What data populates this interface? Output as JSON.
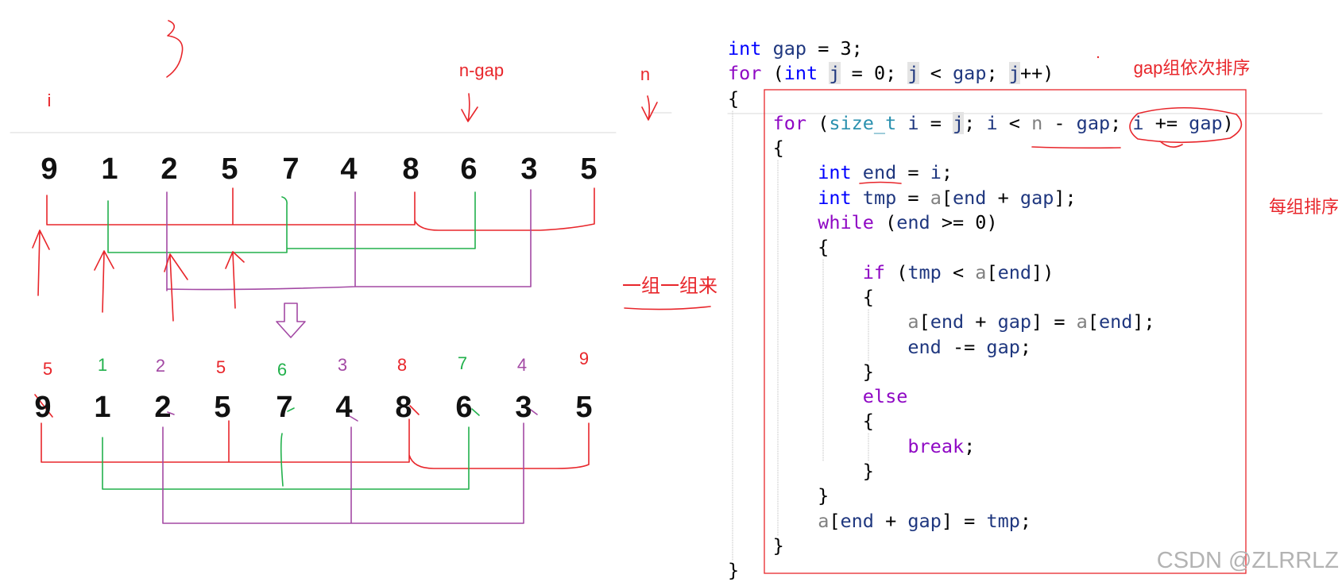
{
  "diagram": {
    "row1_digits": [
      "9",
      "1",
      "2",
      "5",
      "7",
      "4",
      "8",
      "6",
      "3",
      "5"
    ],
    "row2_digits": [
      "9",
      "1",
      "2",
      "5",
      "7",
      "4",
      "8",
      "6",
      "3",
      "5"
    ],
    "row2_labels": [
      {
        "text": "5",
        "color": "#e8262b"
      },
      {
        "text": "1",
        "color": "#22b14c"
      },
      {
        "text": "2",
        "color": "#a349a4"
      },
      {
        "text": "5",
        "color": "#e8262b"
      },
      {
        "text": "6",
        "color": "#22b14c"
      },
      {
        "text": "3",
        "color": "#a349a4"
      },
      {
        "text": "8",
        "color": "#e8262b"
      },
      {
        "text": "7",
        "color": "#22b14c"
      },
      {
        "text": "4",
        "color": "#a349a4"
      },
      {
        "text": "9",
        "color": "#e8262b"
      }
    ]
  },
  "annotations": {
    "i": "i",
    "n_gap": "n-gap",
    "n": "n",
    "group_by_group": "一组一组来",
    "gap_groups_in_order": "gap组依次排序",
    "sort_each_group": "每组排序"
  },
  "code": {
    "lines": [
      {
        "tokens": [
          [
            "int",
            "kw"
          ],
          [
            " ",
            "p"
          ],
          [
            "gap",
            "id"
          ],
          [
            " = ",
            "p"
          ],
          [
            "3",
            "num"
          ],
          [
            ";",
            "p"
          ]
        ]
      },
      {
        "tokens": [
          [
            "for",
            "ctl"
          ],
          [
            " (",
            "p"
          ],
          [
            "int",
            "kw"
          ],
          [
            " ",
            "p"
          ],
          [
            "j",
            "id hl"
          ],
          [
            " = ",
            "p"
          ],
          [
            "0",
            "num"
          ],
          [
            "; ",
            "p"
          ],
          [
            "j",
            "id hl"
          ],
          [
            " < ",
            "p"
          ],
          [
            "gap",
            "id"
          ],
          [
            "; ",
            "p"
          ],
          [
            "j",
            "id hl"
          ],
          [
            "++)",
            "p"
          ]
        ]
      },
      {
        "tokens": [
          [
            "{",
            "p"
          ]
        ]
      },
      {
        "tokens": [
          [
            "    ",
            "p"
          ],
          [
            "for",
            "ctl"
          ],
          [
            " (",
            "p"
          ],
          [
            "size_t",
            "type"
          ],
          [
            " ",
            "p"
          ],
          [
            "i",
            "id"
          ],
          [
            " = ",
            "p"
          ],
          [
            "j",
            "id hl"
          ],
          [
            "; ",
            "p"
          ],
          [
            "i",
            "id"
          ],
          [
            " < ",
            "p"
          ],
          [
            "n",
            "param"
          ],
          [
            " - ",
            "p"
          ],
          [
            "gap",
            "id"
          ],
          [
            "; ",
            "p"
          ],
          [
            "i",
            "id"
          ],
          [
            " += ",
            "p"
          ],
          [
            "gap",
            "id"
          ],
          [
            ")",
            "p"
          ]
        ]
      },
      {
        "tokens": [
          [
            "    {",
            "p"
          ]
        ]
      },
      {
        "tokens": [
          [
            "        ",
            "p"
          ],
          [
            "int",
            "kw"
          ],
          [
            " ",
            "p"
          ],
          [
            "end",
            "id"
          ],
          [
            " = ",
            "p"
          ],
          [
            "i",
            "id"
          ],
          [
            ";",
            "p"
          ]
        ]
      },
      {
        "tokens": [
          [
            "        ",
            "p"
          ],
          [
            "int",
            "kw"
          ],
          [
            " ",
            "p"
          ],
          [
            "tmp",
            "id"
          ],
          [
            " = ",
            "p"
          ],
          [
            "a",
            "param"
          ],
          [
            "[",
            "p"
          ],
          [
            "end",
            "id"
          ],
          [
            " + ",
            "p"
          ],
          [
            "gap",
            "id"
          ],
          [
            "];",
            "p"
          ]
        ]
      },
      {
        "tokens": [
          [
            "        ",
            "p"
          ],
          [
            "while",
            "ctl"
          ],
          [
            " (",
            "p"
          ],
          [
            "end",
            "id"
          ],
          [
            " >= ",
            "p"
          ],
          [
            "0",
            "num"
          ],
          [
            ")",
            "p"
          ]
        ]
      },
      {
        "tokens": [
          [
            "        {",
            "p"
          ]
        ]
      },
      {
        "tokens": [
          [
            "            ",
            "p"
          ],
          [
            "if",
            "ctl"
          ],
          [
            " (",
            "p"
          ],
          [
            "tmp",
            "id"
          ],
          [
            " < ",
            "p"
          ],
          [
            "a",
            "param"
          ],
          [
            "[",
            "p"
          ],
          [
            "end",
            "id"
          ],
          [
            "])",
            "p"
          ]
        ]
      },
      {
        "tokens": [
          [
            "            {",
            "p"
          ]
        ]
      },
      {
        "tokens": [
          [
            "                ",
            "p"
          ],
          [
            "a",
            "param"
          ],
          [
            "[",
            "p"
          ],
          [
            "end",
            "id"
          ],
          [
            " + ",
            "p"
          ],
          [
            "gap",
            "id"
          ],
          [
            "] = ",
            "p"
          ],
          [
            "a",
            "param"
          ],
          [
            "[",
            "p"
          ],
          [
            "end",
            "id"
          ],
          [
            "];",
            "p"
          ]
        ]
      },
      {
        "tokens": [
          [
            "                ",
            "p"
          ],
          [
            "end",
            "id"
          ],
          [
            " -= ",
            "p"
          ],
          [
            "gap",
            "id"
          ],
          [
            ";",
            "p"
          ]
        ]
      },
      {
        "tokens": [
          [
            "            }",
            "p"
          ]
        ]
      },
      {
        "tokens": [
          [
            "            ",
            "p"
          ],
          [
            "else",
            "ctl"
          ]
        ]
      },
      {
        "tokens": [
          [
            "            {",
            "p"
          ]
        ]
      },
      {
        "tokens": [
          [
            "                ",
            "p"
          ],
          [
            "break",
            "ctl"
          ],
          [
            ";",
            "p"
          ]
        ]
      },
      {
        "tokens": [
          [
            "            }",
            "p"
          ]
        ]
      },
      {
        "tokens": [
          [
            "        }",
            "p"
          ]
        ]
      },
      {
        "tokens": [
          [
            "        ",
            "p"
          ],
          [
            "a",
            "param"
          ],
          [
            "[",
            "p"
          ],
          [
            "end",
            "id"
          ],
          [
            " + ",
            "p"
          ],
          [
            "gap",
            "id"
          ],
          [
            "] = ",
            "p"
          ],
          [
            "tmp",
            "id"
          ],
          [
            ";",
            "p"
          ]
        ]
      },
      {
        "tokens": [
          [
            "    }",
            "p"
          ]
        ]
      },
      {
        "tokens": [
          [
            "}",
            "p"
          ]
        ]
      }
    ]
  },
  "colors": {
    "keyword": "#0000ff",
    "control": "#8f08c4",
    "type": "#2b91af",
    "identifier": "#1f377f",
    "parameter": "#808080",
    "number": "#000000",
    "plain": "#000000",
    "highlight_bg": "#e4e4e4",
    "annotation_red": "#e8262b",
    "annotation_green": "#22b14c",
    "annotation_purple": "#a349a4",
    "digit": "#111111",
    "watermark": "#b3b3b3"
  },
  "watermark": "CSDN @ZLRRLZ"
}
